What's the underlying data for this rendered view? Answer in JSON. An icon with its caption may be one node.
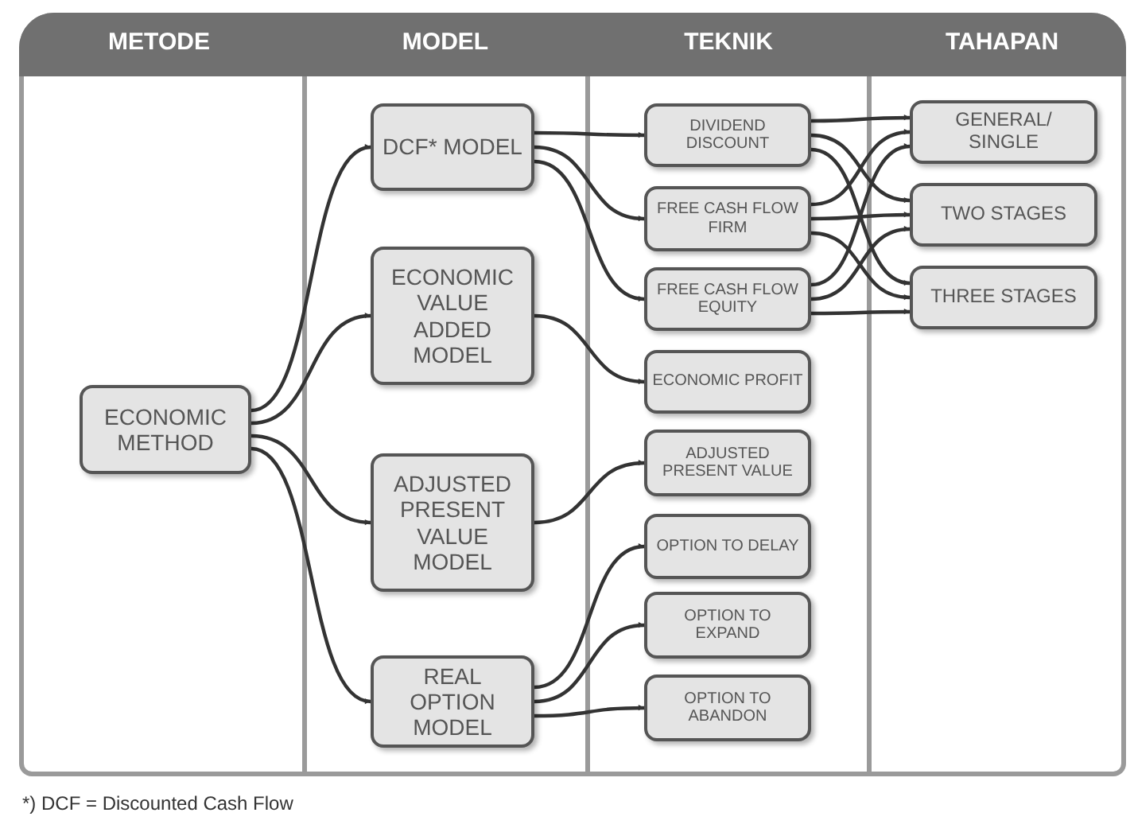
{
  "diagram": {
    "caption": "*) DCF = Discounted Cash Flow",
    "nodes": [
      {
        "text": [
          "ECONOMIC METHOD"
        ]
      },
      {
        "text": [
          "DCF* MODEL"
        ]
      },
      {
        "text": [
          "ECONOMIC VALUE ADDED MODEL"
        ]
      },
      {
        "text": [
          "ADJUSTED PRESENT VALUE MODEL"
        ]
      },
      {
        "text": [
          "REAL OPTION MODEL"
        ]
      },
      {
        "text": [
          "DIVIDEND DISCOUNT"
        ]
      },
      {
        "text": [
          "FREE CASH FLOW FIRM"
        ]
      },
      {
        "text": [
          "FREE CASH FLOW EQUITY"
        ]
      },
      {
        "text": [
          "ECONOMIC PROFIT"
        ]
      },
      {
        "text": [
          "ADJUSTED PRESENT VALUE"
        ]
      },
      {
        "text": [
          "OPTION TO DELAY"
        ]
      },
      {
        "text": [
          "OPTION TO EXPAND"
        ]
      },
      {
        "text": [
          "OPTION TO ABANDON"
        ]
      },
      {
        "text": [
          "GENERAL/ SINGLE"
        ]
      },
      {
        "text": [
          "TWO STAGES"
        ]
      },
      {
        "text": [
          "THREE STAGES"
        ]
      }
    ],
    "edges": [
      {
        "from": 0,
        "to": 1,
        "arrow": "to"
      },
      {
        "from": 0,
        "to": 2,
        "arrow": "to"
      },
      {
        "from": 0,
        "to": 3,
        "arrow": "to"
      },
      {
        "from": 0,
        "to": 4,
        "arrow": "to"
      },
      {
        "from": 1,
        "to": 5,
        "arrow": "to"
      },
      {
        "from": 1,
        "to": 6,
        "arrow": "to"
      },
      {
        "from": 1,
        "to": 7,
        "arrow": "to"
      },
      {
        "from": 2,
        "to": 8,
        "arrow": "to"
      },
      {
        "from": 3,
        "to": 9,
        "arrow": "to"
      },
      {
        "from": 4,
        "to": 10,
        "arrow": "to"
      },
      {
        "from": 4,
        "to": 11,
        "arrow": "to"
      },
      {
        "from": 4,
        "to": 12,
        "arrow": "to"
      },
      {
        "from": 5,
        "to": 13,
        "arrow": "to"
      },
      {
        "from": 5,
        "to": 14,
        "arrow": "to"
      },
      {
        "from": 5,
        "to": 15,
        "arrow": "to"
      },
      {
        "from": 6,
        "to": 13,
        "arrow": "to"
      },
      {
        "from": 6,
        "to": 14,
        "arrow": "to"
      },
      {
        "from": 6,
        "to": 15,
        "arrow": "to"
      },
      {
        "from": 7,
        "to": 13,
        "arrow": "to"
      },
      {
        "from": 7,
        "to": 14,
        "arrow": "to"
      },
      {
        "from": 7,
        "to": 15,
        "arrow": "to"
      }
    ],
    "labels": [
      "METODE",
      "MODEL",
      "TEKNIK",
      "TAHAPAN"
    ]
  }
}
